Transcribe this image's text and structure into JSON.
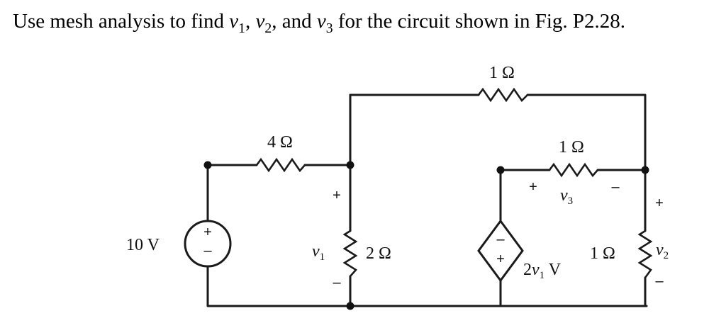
{
  "problem": {
    "p1": "Use mesh analysis to find ",
    "v": "v",
    "s1": "1",
    "c1": ", ",
    "s2": "2",
    "c2": ", and ",
    "s3": "3",
    "p2": " for the circuit shown in Fig. P2.28."
  },
  "circuit": {
    "source_label": "10 V",
    "r4_label": "4 Ω",
    "r2_label": "2 Ω",
    "r1_top_label": "1 Ω",
    "r1_mid_label": "1 Ω",
    "r1_right_label": "1 Ω",
    "v1_var": "v",
    "v1_sub": "1",
    "v2_var": "v",
    "v2_sub": "2",
    "v3_var": "v",
    "v3_sub": "3",
    "dep_coef": "2",
    "dep_var": "v",
    "dep_sub": "1",
    "dep_unit": " V",
    "plus": "+",
    "minus": "–"
  }
}
